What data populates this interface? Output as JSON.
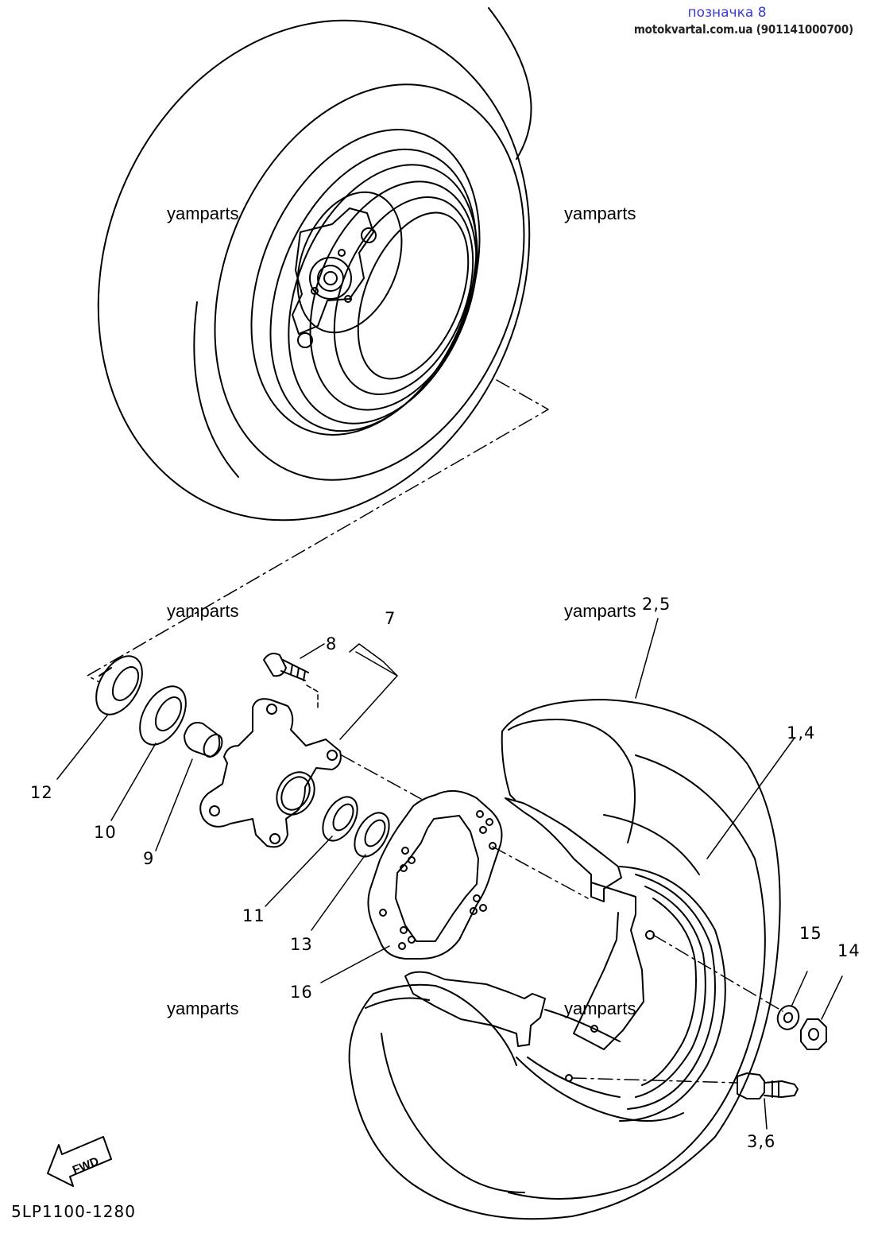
{
  "header": {
    "title": "позначка 8",
    "site": "motokvartal.com.ua (901141000700)"
  },
  "watermarks": [
    "yamparts",
    "yamparts",
    "yamparts",
    "yamparts",
    "yamparts",
    "yamparts"
  ],
  "parts": {
    "p7": "7",
    "p8": "8",
    "p12": "12",
    "p10": "10",
    "p9": "9",
    "p11": "11",
    "p13": "13",
    "p16": "16",
    "p25": "2,5",
    "p14a": "1,4",
    "p15": "15",
    "p14": "14",
    "p36": "3,6"
  },
  "fwd_label": "FWD",
  "diagram_code": "5LP1100-1280"
}
